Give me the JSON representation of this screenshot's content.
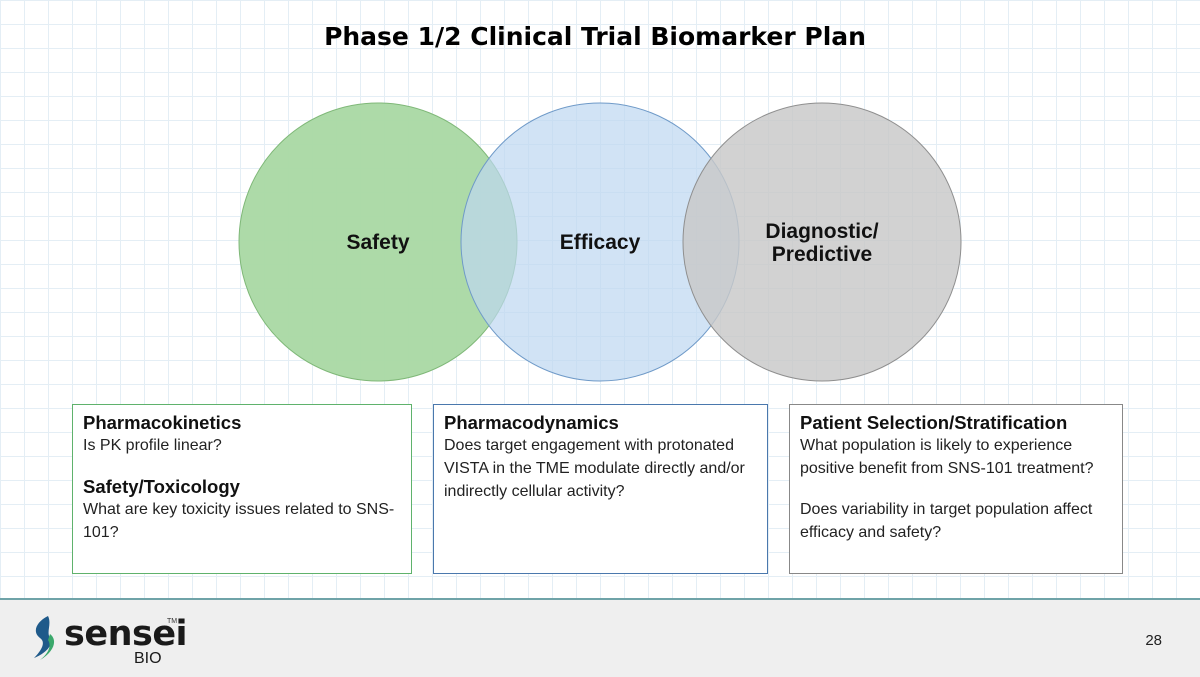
{
  "title": "Phase 1/2 Clinical Trial Biomarker Plan",
  "venn": {
    "circles": [
      {
        "label": "Safety",
        "color": "#a9d8a3",
        "stroke": "#7fb878"
      },
      {
        "label": "Efficacy",
        "color": "#bdd7f1",
        "stroke": "#6f9ac8"
      },
      {
        "label_line1": "Diagnostic/",
        "label_line2": "Predictive",
        "color": "#c8c8c8",
        "stroke": "#8f8f8f"
      }
    ]
  },
  "boxes": {
    "safety": {
      "head1": "Pharmacokinetics",
      "text1": "Is PK profile linear?",
      "head2": "Safety/Toxicology",
      "text2": "What are key toxicity issues related to SNS-101?"
    },
    "efficacy": {
      "head1": "Pharmacodynamics",
      "text1": "Does target engagement with protonated VISTA in the TME modulate directly and/or indirectly cellular activity?"
    },
    "diagnostic": {
      "head1": "Patient Selection/Stratification",
      "text1": "What population is likely to experience positive benefit from SNS-101 treatment?",
      "text2": "Does variability in target population affect efficacy and safety?"
    }
  },
  "footer": {
    "logo_word": "sensei",
    "logo_tm": "TM",
    "logo_sub": "BIO",
    "page_number": "28"
  }
}
